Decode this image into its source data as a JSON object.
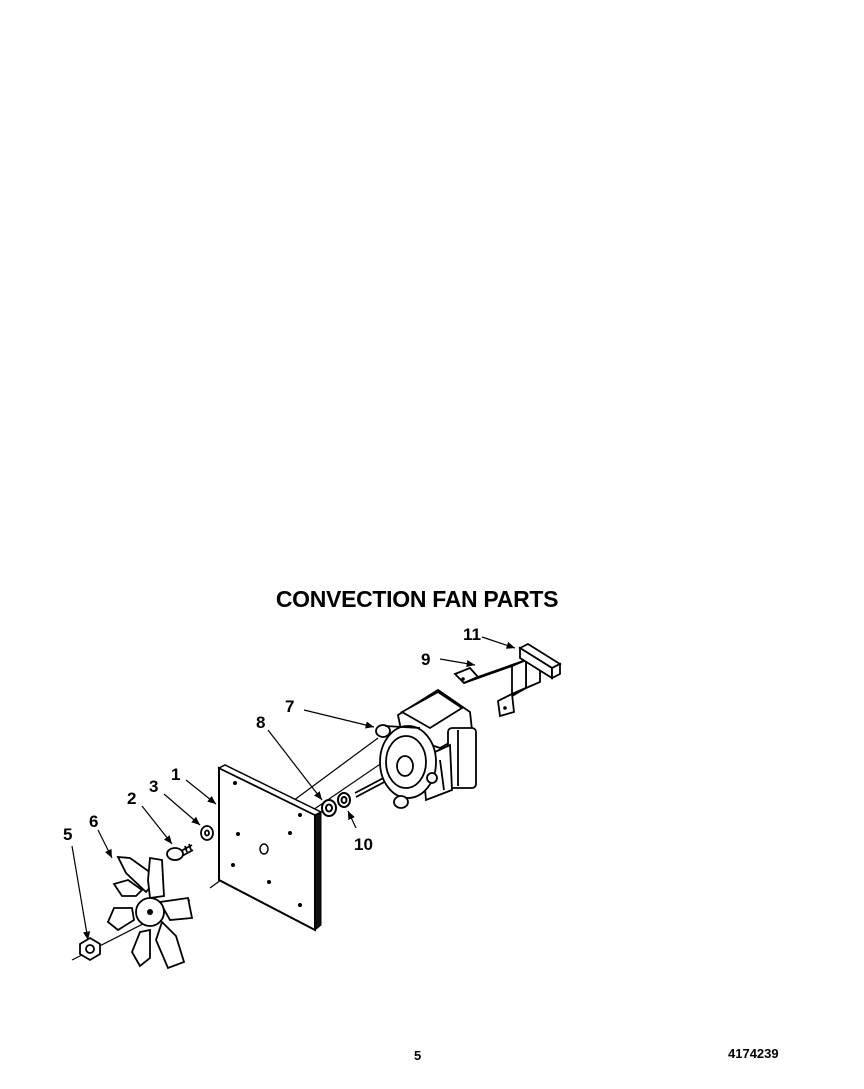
{
  "title": "CONVECTION FAN PARTS",
  "page_number": "5",
  "document_number": "4174239",
  "callouts": [
    "1",
    "2",
    "3",
    "5",
    "6",
    "7",
    "8",
    "9",
    "10",
    "11"
  ],
  "colors": {
    "ink": "#000000",
    "paper": "#ffffff"
  }
}
